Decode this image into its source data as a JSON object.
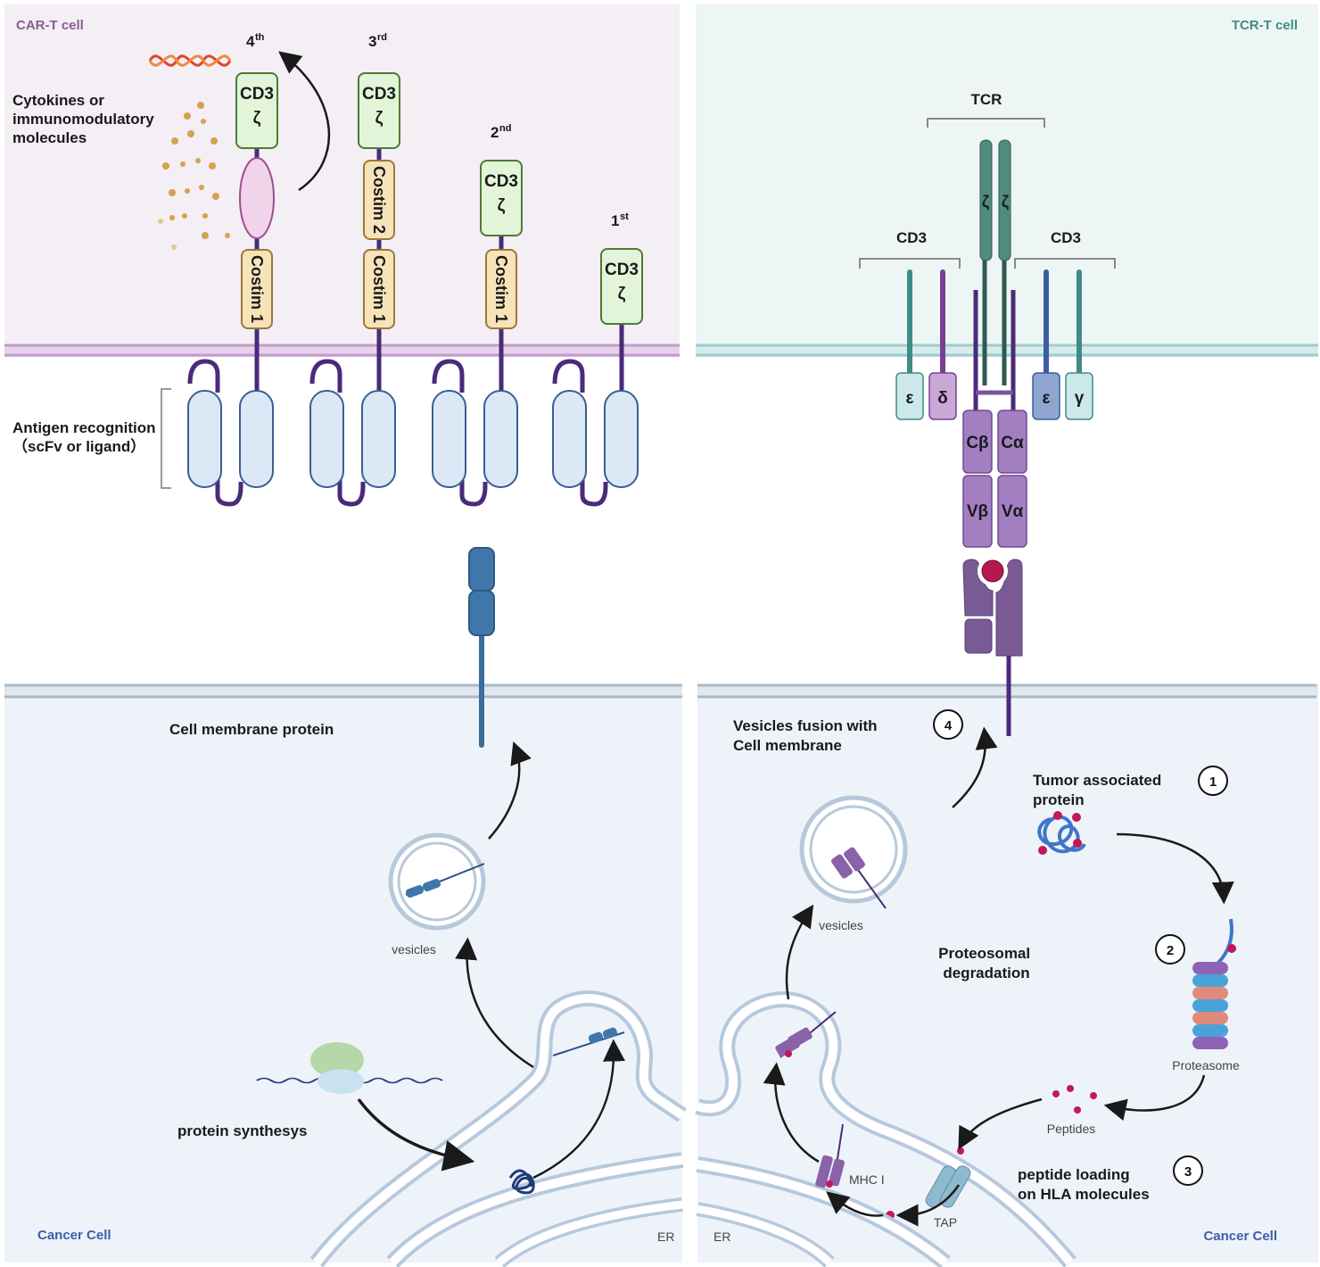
{
  "car_t_panel": {
    "title": "CAR-T cell",
    "cytokines_label": [
      "Cytokines or",
      " immunomodulatory",
      "molecules"
    ],
    "antigen_label": [
      "Antigen recognition",
      "（scFv or  ligand）"
    ],
    "generations": [
      {
        "num": "4",
        "sup": "th",
        "domains": [
          "CD3",
          "ζ",
          "Costim 1"
        ]
      },
      {
        "num": "3",
        "sup": "rd",
        "domains": [
          "CD3",
          "ζ",
          "Costim 2",
          "Costim 1"
        ]
      },
      {
        "num": "2",
        "sup": "nd",
        "domains": [
          "CD3",
          "ζ",
          "Costim 1"
        ]
      },
      {
        "num": "1",
        "sup": "st",
        "domains": [
          "CD3",
          "ζ"
        ]
      }
    ]
  },
  "tcr_panel": {
    "title": "TCR-T cell",
    "tcr_label": "TCR",
    "cd3_left": "CD3",
    "cd3_right": "CD3",
    "zeta": "ζ",
    "chains": [
      "ε",
      "δ",
      "ε",
      "γ"
    ],
    "domains": [
      "Cβ",
      "Cα",
      "Vβ",
      "Vα"
    ]
  },
  "cancer_left": {
    "title": "Cancer Cell",
    "membrane_protein": "Cell membrane protein",
    "vesicles": "vesicles",
    "protein_synthesis": "protein synthesys",
    "er": "ER"
  },
  "cancer_right": {
    "title": "Cancer Cell",
    "er": "ER",
    "vesicle_fusion": [
      "Vesicles fusion  with",
      "Cell membrane"
    ],
    "tumor_protein": [
      "Tumor associated",
      "protein"
    ],
    "proteosomal": [
      "Proteosomal",
      "degradation"
    ],
    "proteasome": "Proteasome",
    "peptides": "Peptides",
    "peptide_loading": [
      "peptide loading",
      "on HLA molecules"
    ],
    "vesicles": "vesicles",
    "mhc": "MHC I",
    "tap": "TAP",
    "steps": [
      "1",
      "2",
      "3",
      "4"
    ]
  },
  "colors": {
    "car_bg": "#f4eef5",
    "tcr_bg": "#eef5f5",
    "cancer_bg": "#eef3fa",
    "car_title": "#8a5c95",
    "tcr_title": "#3f8c86",
    "cancer_title": "#3b5fa8",
    "cd3z_fill": "#e2f5d8",
    "costim_fill": "#f7e3b8",
    "stalk": "#4b2a7a"
  }
}
